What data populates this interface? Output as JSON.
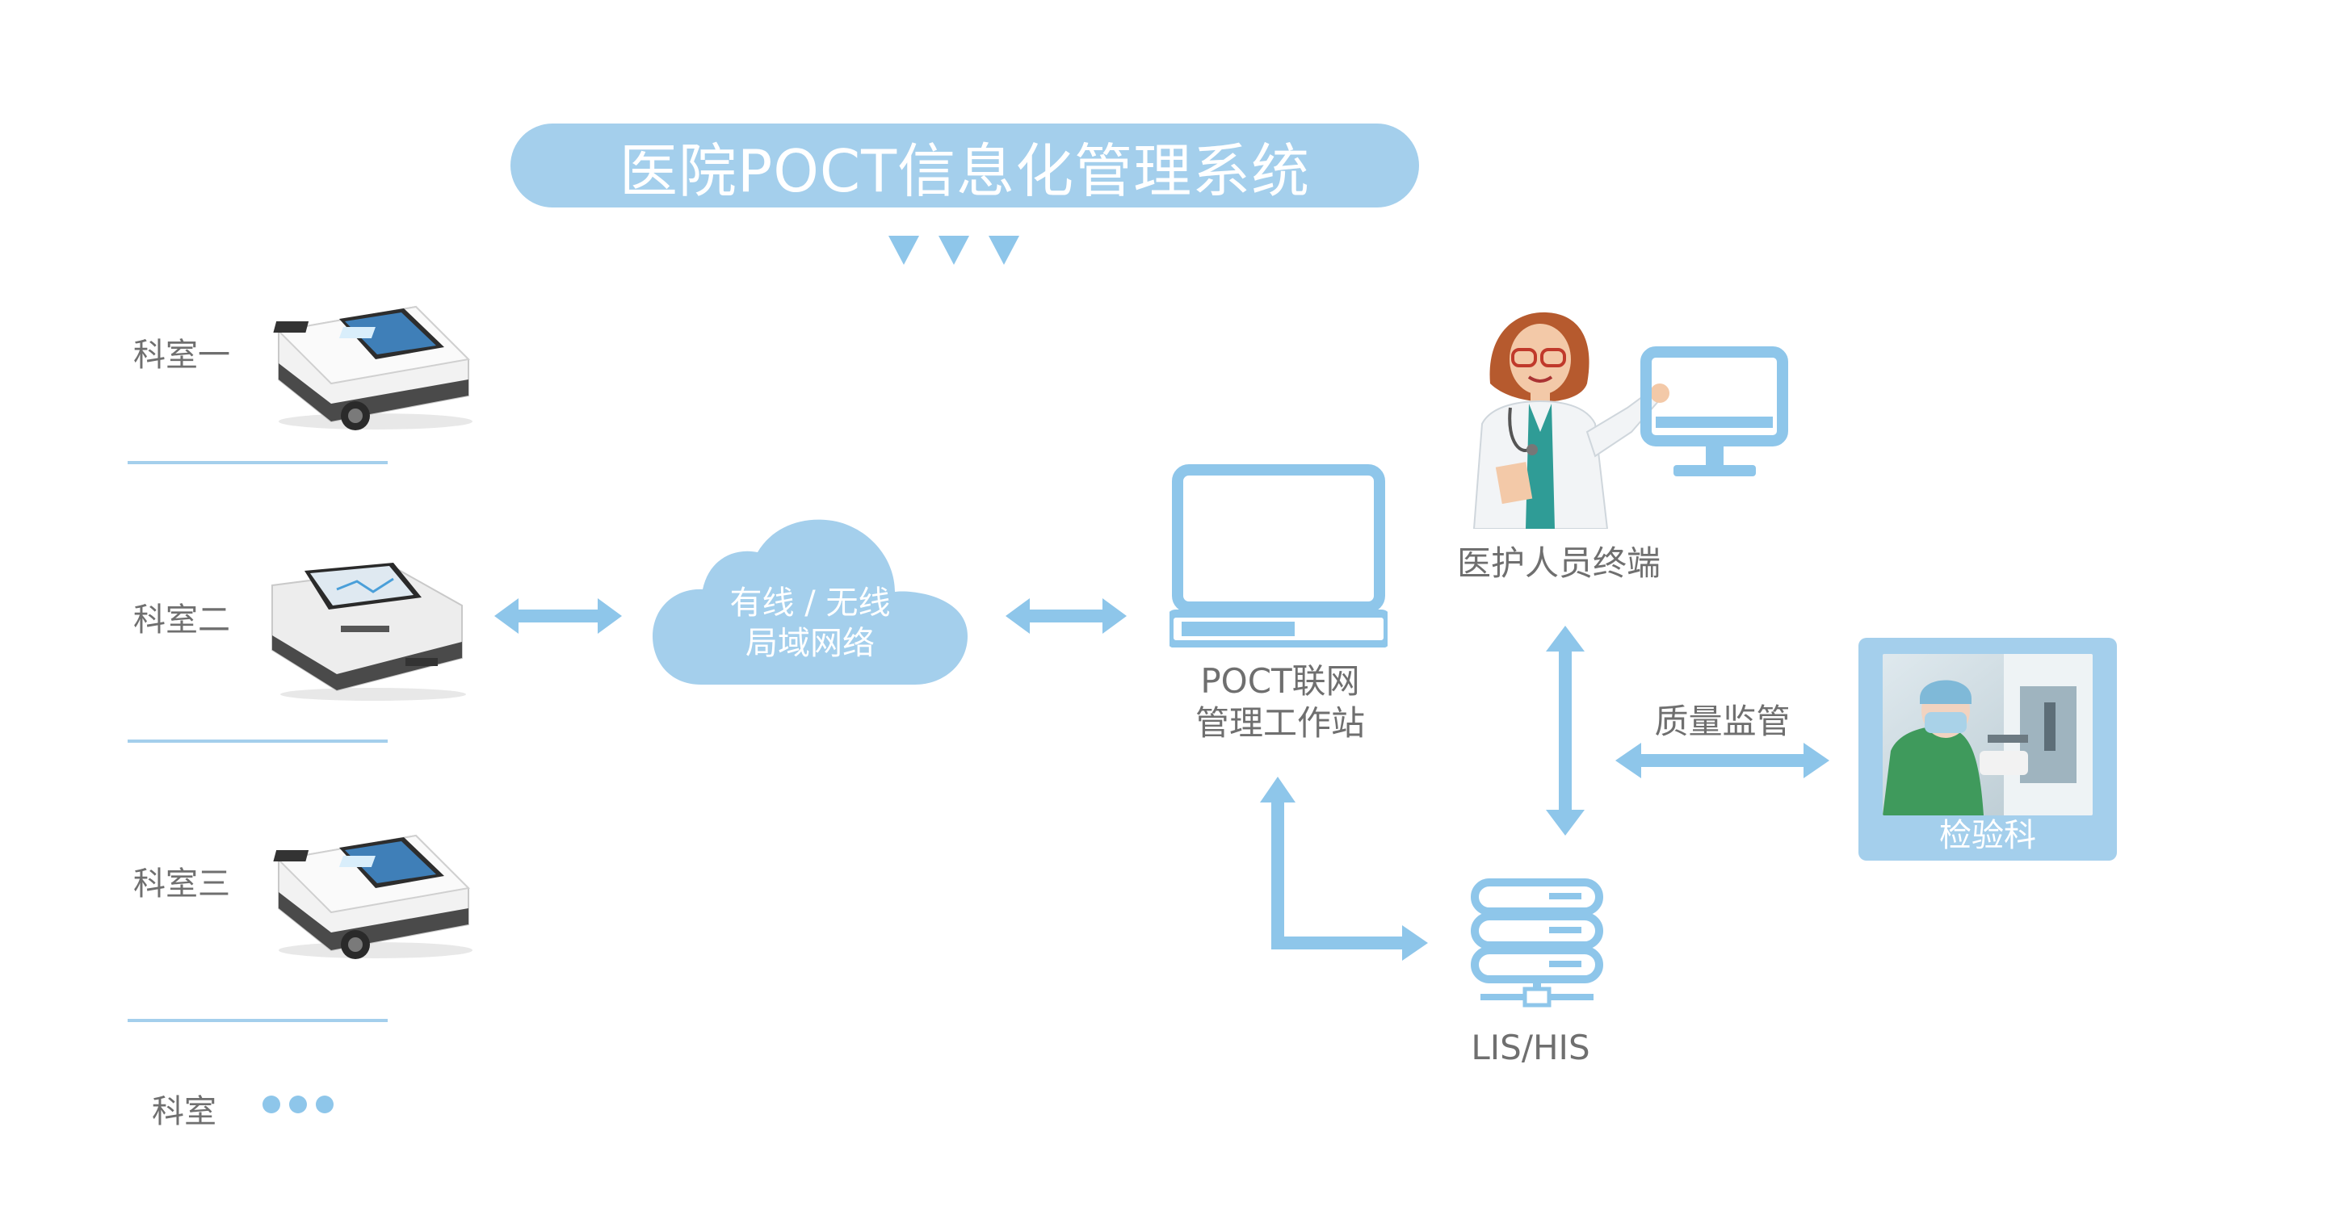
{
  "title": "医院POCT信息化管理系统",
  "departments": {
    "dept1": "科室一",
    "dept2": "科室二",
    "dept3": "科室三",
    "dept_more": "科室"
  },
  "network": {
    "line1": "有线 / 无线",
    "line2": "局域网络"
  },
  "workstation": {
    "line1": "POCT联网",
    "line2": "管理工作站"
  },
  "medical_terminal": "医护人员终端",
  "lis_his": "LIS/HIS",
  "quality": "质量监管",
  "lab": "检验科",
  "colors": {
    "accent": "#a4cfec",
    "text": "#6f6f6f",
    "arrow": "#8ec6ea"
  },
  "icons": [
    "poct-analyzer-icon",
    "cloud-icon",
    "laptop-icon",
    "doctor-illustration",
    "monitor-icon",
    "server-icon",
    "bidirectional-arrow-icon",
    "ellipsis-dots-icon"
  ]
}
